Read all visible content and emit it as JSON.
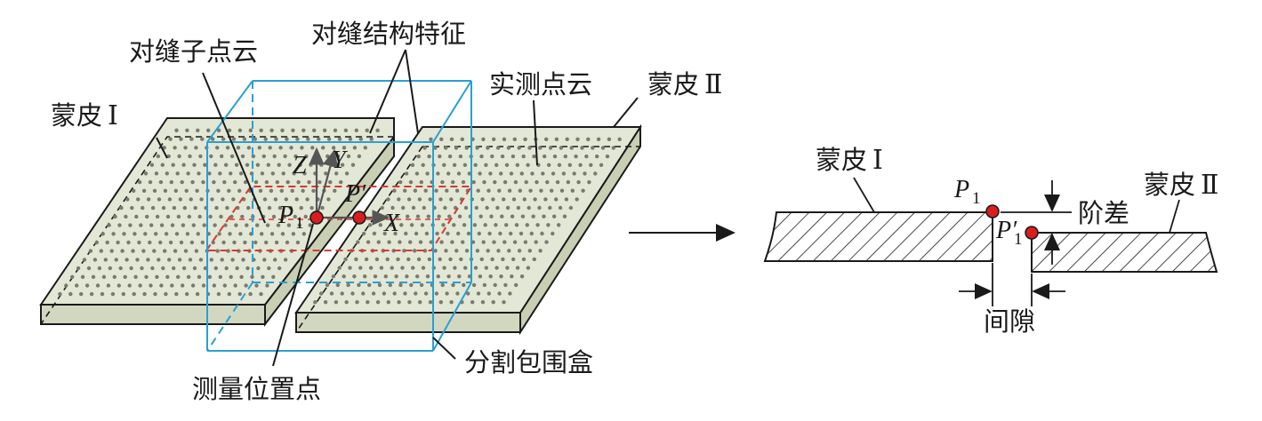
{
  "labels": {
    "seam_subcloud": "对缝子点云",
    "seam_feature": "对缝结构特征",
    "measured_cloud": "实测点云",
    "skin1_left": "蒙皮",
    "skin2_left": "蒙皮",
    "measure_point": "测量位置点",
    "bounding_box": "分割包围盒",
    "skin1_right": "蒙皮",
    "skin2_right": "蒙皮",
    "step": "阶差",
    "gap": "间隙"
  },
  "roman": {
    "one": "Ⅰ",
    "two": "Ⅱ"
  },
  "axes": {
    "x": "X",
    "y": "Y",
    "z": "Z"
  },
  "points": {
    "p": "P",
    "p_sub": "1",
    "p_prime": "P′",
    "p_prime_sub": "1"
  },
  "colors": {
    "plate_fill": "#e3e7d5",
    "plate_side": "#d2d8bf",
    "box_line": "#2aa0d2",
    "seam_region": "#d43a36",
    "point_fill": "#d81e1e",
    "line": "#1a1a1a",
    "dot": "#7a7a70"
  }
}
